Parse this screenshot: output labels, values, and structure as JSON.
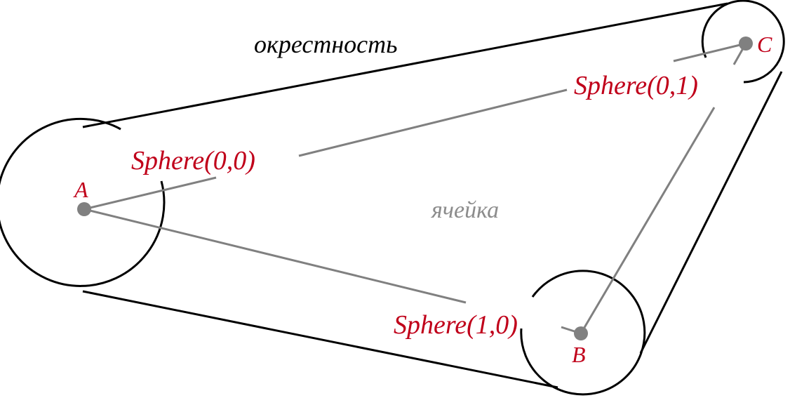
{
  "neighborhood_label": "окрестность",
  "cell_label": "ячейка",
  "vertices": {
    "A": "A",
    "B": "B",
    "C": "C"
  },
  "edge_labels": {
    "ab": "Sphere(1,0)",
    "ac": "Sphere(0,0)",
    "bc": "Sphere(0,1)"
  },
  "colors": {
    "label_red": "#c0001a",
    "outline": "#000000",
    "cell_grey": "#808080"
  }
}
